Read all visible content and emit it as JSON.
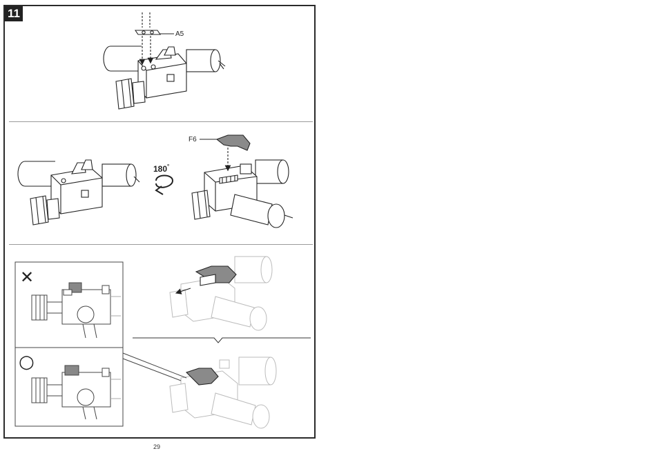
{
  "step": {
    "number": "11"
  },
  "parts": {
    "a5": "A5",
    "f6": "F6"
  },
  "rotation": {
    "value": "180",
    "unit": "°"
  },
  "check": {
    "wrong_symbol": "✕",
    "correct_symbol": "○"
  },
  "page": {
    "number": "29"
  }
}
